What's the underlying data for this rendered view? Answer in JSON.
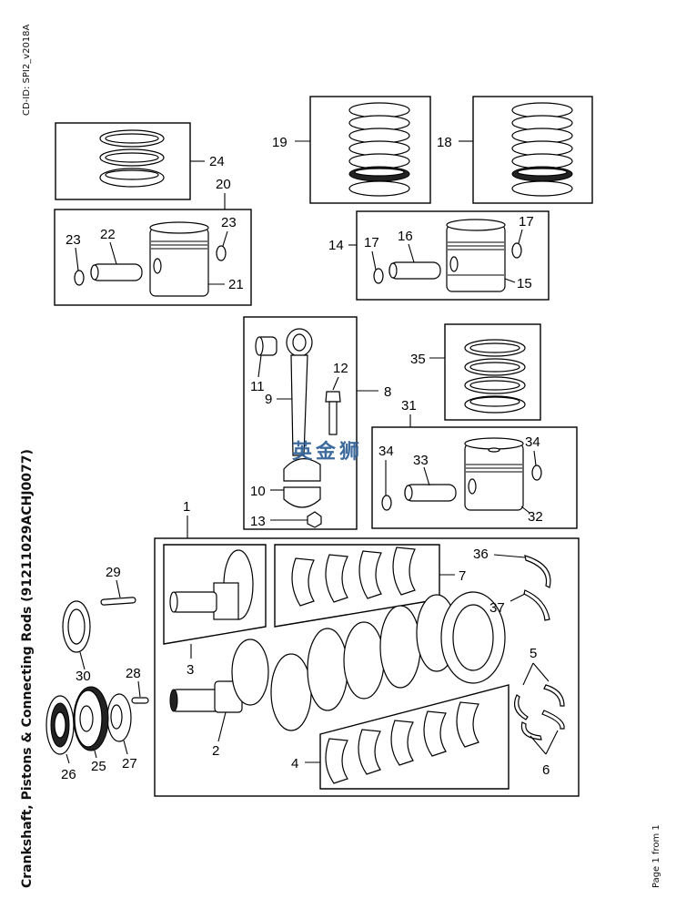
{
  "header": {
    "cd_id": "CD-ID: SPI2_v2018A",
    "title": "Crankshaft, Pistons & Connecting Rods (91211029ACHJ0077)",
    "page_info": "Page 1 from 1"
  },
  "watermark": "英金狮",
  "callouts": {
    "c1": "1",
    "c2": "2",
    "c3": "3",
    "c4": "4",
    "c5": "5",
    "c6": "6",
    "c7": "7",
    "c8": "8",
    "c9": "9",
    "c10": "10",
    "c11": "11",
    "c12": "12",
    "c13": "13",
    "c14": "14",
    "c15": "15",
    "c16": "16",
    "c17a": "17",
    "c17b": "17",
    "c18": "18",
    "c19": "19",
    "c20": "20",
    "c21": "21",
    "c22": "22",
    "c23a": "23",
    "c23b": "23",
    "c24": "24",
    "c25": "25",
    "c26": "26",
    "c27": "27",
    "c28": "28",
    "c29": "29",
    "c30": "30",
    "c31": "31",
    "c32": "32",
    "c33": "33",
    "c34a": "34",
    "c34b": "34",
    "c35": "35",
    "c36": "36",
    "c37": "37"
  }
}
